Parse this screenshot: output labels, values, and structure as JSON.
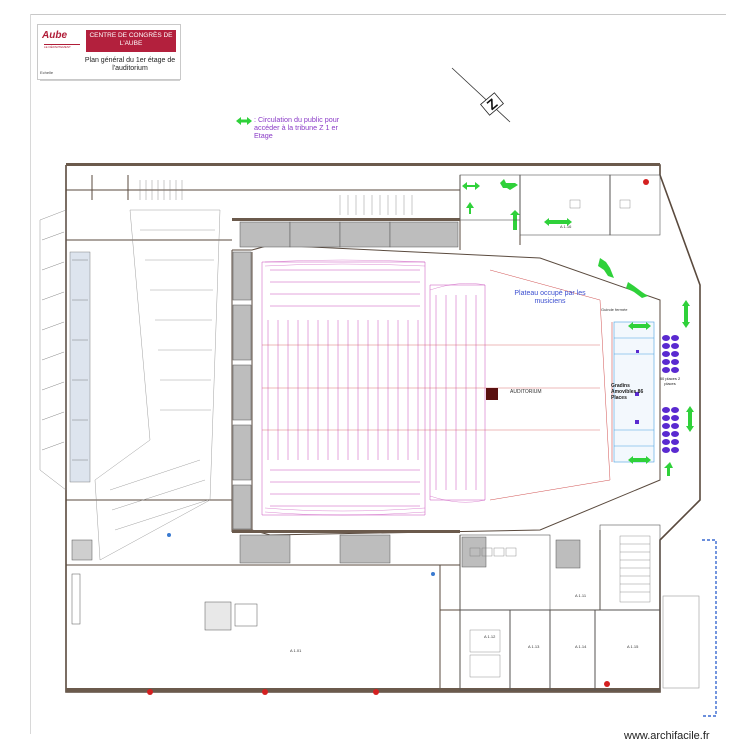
{
  "title_block": {
    "logo_text": "Aube",
    "logo_sub": "LE DÉPARTEMENT",
    "org_name": "CENTRE DE CONGRÈS DE L'AUBE",
    "plan_title": "Plan général du 1er étage de l'auditorium",
    "small_note": "Echelle"
  },
  "legend": {
    "text": ": Circulation du public pour accéder à la tribune Z 1 er Etage",
    "arrow_color": "#2fd13a"
  },
  "labels": {
    "plateau": "Plateau occupé par les musiciens",
    "auditorium": "AUDITORIUM",
    "gradins": "Gradins Amovibles 86 Places",
    "places": "80 places 2 places",
    "guinde": "Guinde fermée"
  },
  "north_symbol": "Z",
  "watermark": "www.archifacile.fr",
  "colors": {
    "walls": "#5a4a3e",
    "seating": "#c23ab4",
    "red_grid": "#d05050",
    "stage_seats": "#5a2ad0",
    "gradins_box": "#4aa0e0",
    "arrow": "#2fd13a",
    "brand": "#b3203d"
  },
  "rooms": [
    "A 1.11",
    "A 1.12",
    "A 1.13",
    "A 1.14",
    "A 1.15",
    "A 1.16",
    "A 1.01"
  ]
}
